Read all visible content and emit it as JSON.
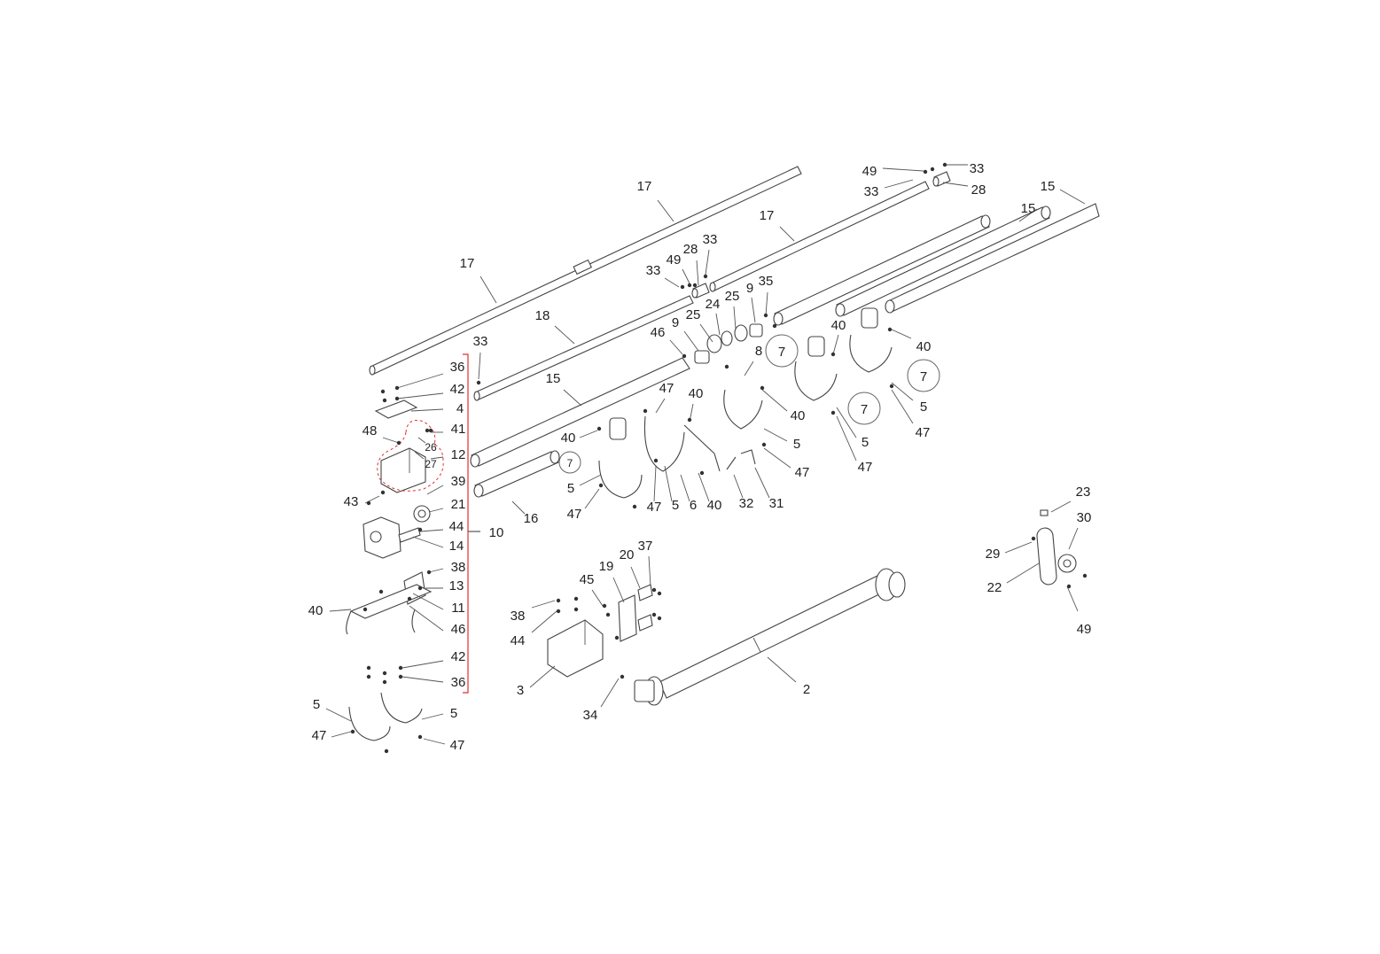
{
  "callouts": [
    {
      "id": "c17a",
      "text": "17"
    },
    {
      "id": "c17b",
      "text": "17"
    },
    {
      "id": "c17c",
      "text": "17"
    },
    {
      "id": "c49a",
      "text": "49"
    },
    {
      "id": "c33a",
      "text": "33"
    },
    {
      "id": "c33b",
      "text": "33"
    },
    {
      "id": "c28a",
      "text": "28"
    },
    {
      "id": "c15a",
      "text": "15"
    },
    {
      "id": "c15b",
      "text": "15"
    },
    {
      "id": "c28b",
      "text": "28"
    },
    {
      "id": "c33c",
      "text": "33"
    },
    {
      "id": "c49b",
      "text": "49"
    },
    {
      "id": "c33d",
      "text": "33"
    },
    {
      "id": "c18",
      "text": "18"
    },
    {
      "id": "c25a",
      "text": "25"
    },
    {
      "id": "c9a",
      "text": "9"
    },
    {
      "id": "c35",
      "text": "35"
    },
    {
      "id": "c24",
      "text": "24"
    },
    {
      "id": "c25b",
      "text": "25"
    },
    {
      "id": "c9b",
      "text": "9"
    },
    {
      "id": "c46a",
      "text": "46"
    },
    {
      "id": "c8",
      "text": "8"
    },
    {
      "id": "c40a",
      "text": "40"
    },
    {
      "id": "c40b",
      "text": "40"
    },
    {
      "id": "c33e",
      "text": "33"
    },
    {
      "id": "c36a",
      "text": "36"
    },
    {
      "id": "c42a",
      "text": "42"
    },
    {
      "id": "c4",
      "text": "4"
    },
    {
      "id": "c48",
      "text": "48"
    },
    {
      "id": "c41",
      "text": "41"
    },
    {
      "id": "c26",
      "text": "26"
    },
    {
      "id": "c27",
      "text": "27"
    },
    {
      "id": "c12",
      "text": "12"
    },
    {
      "id": "c39",
      "text": "39"
    },
    {
      "id": "c43",
      "text": "43"
    },
    {
      "id": "c21",
      "text": "21"
    },
    {
      "id": "c44a",
      "text": "44"
    },
    {
      "id": "c14",
      "text": "14"
    },
    {
      "id": "c10",
      "text": "10"
    },
    {
      "id": "c38a",
      "text": "38"
    },
    {
      "id": "c13",
      "text": "13"
    },
    {
      "id": "c11",
      "text": "11"
    },
    {
      "id": "c40c",
      "text": "40"
    },
    {
      "id": "c46b",
      "text": "46"
    },
    {
      "id": "c42b",
      "text": "42"
    },
    {
      "id": "c36b",
      "text": "36"
    },
    {
      "id": "c5a",
      "text": "5"
    },
    {
      "id": "c5b",
      "text": "5"
    },
    {
      "id": "c47a",
      "text": "47"
    },
    {
      "id": "c47b",
      "text": "47"
    },
    {
      "id": "c15c",
      "text": "15"
    },
    {
      "id": "c47c",
      "text": "47"
    },
    {
      "id": "c40d",
      "text": "40"
    },
    {
      "id": "c40e",
      "text": "40"
    },
    {
      "id": "c40f",
      "text": "40"
    },
    {
      "id": "c5c",
      "text": "5"
    },
    {
      "id": "c47d",
      "text": "47"
    },
    {
      "id": "c16",
      "text": "16"
    },
    {
      "id": "c47e",
      "text": "47"
    },
    {
      "id": "c5d",
      "text": "5"
    },
    {
      "id": "c6",
      "text": "6"
    },
    {
      "id": "c40g",
      "text": "40"
    },
    {
      "id": "c32",
      "text": "32"
    },
    {
      "id": "c31",
      "text": "31"
    },
    {
      "id": "c5e",
      "text": "5"
    },
    {
      "id": "c47f",
      "text": "47"
    },
    {
      "id": "c5f",
      "text": "5"
    },
    {
      "id": "c47g",
      "text": "47"
    },
    {
      "id": "c5g",
      "text": "5"
    },
    {
      "id": "c47h",
      "text": "47"
    },
    {
      "id": "c23",
      "text": "23"
    },
    {
      "id": "c30",
      "text": "30"
    },
    {
      "id": "c29",
      "text": "29"
    },
    {
      "id": "c22",
      "text": "22"
    },
    {
      "id": "c49c",
      "text": "49"
    },
    {
      "id": "c37",
      "text": "37"
    },
    {
      "id": "c20",
      "text": "20"
    },
    {
      "id": "c19",
      "text": "19"
    },
    {
      "id": "c45",
      "text": "45"
    },
    {
      "id": "c38b",
      "text": "38"
    },
    {
      "id": "c44b",
      "text": "44"
    },
    {
      "id": "c3",
      "text": "3"
    },
    {
      "id": "c34",
      "text": "34"
    },
    {
      "id": "c2",
      "text": "2"
    }
  ],
  "circled_callouts": [
    {
      "id": "k7a",
      "text": "7"
    },
    {
      "id": "k7b",
      "text": "7"
    },
    {
      "id": "k7c",
      "text": "7"
    },
    {
      "id": "k7d",
      "text": "7"
    }
  ]
}
